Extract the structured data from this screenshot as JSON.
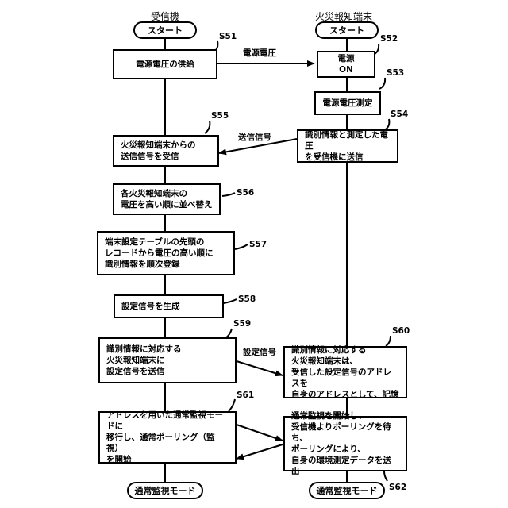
{
  "columns": {
    "receiver": "受信機",
    "terminal": "火災報知端末"
  },
  "terminals": {
    "start_left": "スタート",
    "start_right": "スタート",
    "end_left": "通常監視モード",
    "end_right": "通常監視モード"
  },
  "steps": {
    "s51": {
      "id": "S51",
      "text": "電源電圧の供給"
    },
    "s52": {
      "id": "S52",
      "text": "電源\nON"
    },
    "s53": {
      "id": "S53",
      "text": "電源電圧測定"
    },
    "s54": {
      "id": "S54",
      "text": "識別情報と測定した電圧\nを受信機に送信"
    },
    "s55": {
      "id": "S55",
      "text": "火災報知端末からの\n送信信号を受信"
    },
    "s56": {
      "id": "S56",
      "text": "各火災報知端末の\n電圧を高い順に並べ替え"
    },
    "s57": {
      "id": "S57",
      "text": "端末設定テーブルの先頭の\nレコードから電圧の高い順に\n識別情報を順次登録"
    },
    "s58": {
      "id": "S58",
      "text": "設定信号を生成"
    },
    "s59": {
      "id": "S59",
      "text": "識別情報に対応する\n火災報知端末に\n設定信号を送信"
    },
    "s60": {
      "id": "S60",
      "text": "識別情報に対応する\n火災報知端末は、\n受信した設定信号のアドレスを\n自身のアドレスとして、記憶"
    },
    "s61": {
      "id": "S61",
      "text": "アドレスを用いた通常監視モードに\n移行し、通常ポーリング（監視）\nを開始"
    },
    "s62": {
      "id": "S62",
      "text": "通常監視を開始し、\n受信機よりポーリングを待ち、\nポーリングにより、\n自身の環境測定データを送出"
    }
  },
  "signals": {
    "power": "電源電圧",
    "send": "送信信号",
    "setting": "設定信号"
  }
}
